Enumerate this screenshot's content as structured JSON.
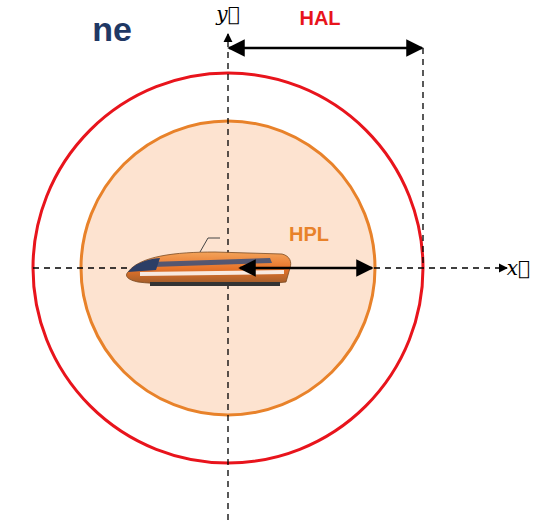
{
  "diagram": {
    "title": "ne",
    "labels": [
      "HAL",
      "HPL",
      "y⃗",
      "x⃗"
    ]
  }
}
